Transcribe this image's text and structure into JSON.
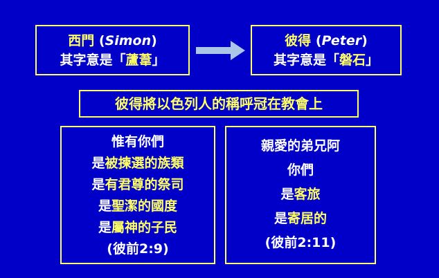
{
  "simon": {
    "name_cn": "西門",
    "paren_open": "(",
    "name_en": "Simon",
    "paren_close": ")",
    "meaning_prefix": "其字意是「",
    "meaning_word": "蘆葦",
    "meaning_suffix": "」"
  },
  "peter": {
    "name_cn": "彼得",
    "paren_open": "(",
    "name_en": "Peter",
    "paren_close": ")",
    "meaning_prefix": "其字意是「",
    "meaning_word": "磐石",
    "meaning_suffix": "」"
  },
  "title": "彼得將以色列人的稱呼冠在教會上",
  "left_box": {
    "line1": "惟有你們",
    "line2_a": "是",
    "line2_b": "被揀選的族類",
    "line3_a": "是",
    "line3_b": "有君尊的祭司",
    "line4_a": "是",
    "line4_b": "聖潔的國度",
    "line5_a": "是",
    "line5_b": "屬神的子民",
    "ref": "(彼前2:9)"
  },
  "right_box": {
    "line1": "親愛的弟兄阿",
    "line2": "你們",
    "line3_a": "是",
    "line3_b": "客旅",
    "line4_a": "是",
    "line4_b": "寄居的",
    "ref": "(彼前2:11)"
  },
  "colors": {
    "background": "#0000c8",
    "highlight": "#ffff66",
    "arrow": "#a9c6e8"
  },
  "icons": {
    "arrow": "right-arrow-icon"
  }
}
